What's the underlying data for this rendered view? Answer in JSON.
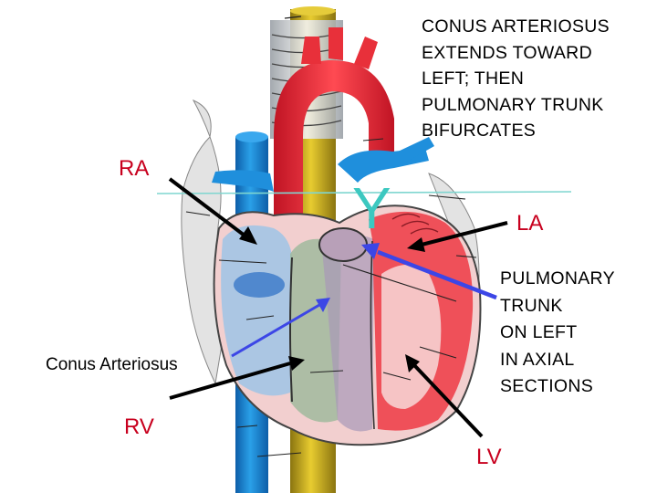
{
  "labels": {
    "title_lines": [
      "CONUS ARTERIOSUS",
      "EXTENDS TOWARD",
      "LEFT; THEN",
      "PULMONARY TRUNK",
      "BIFURCATES"
    ],
    "ra": "RA",
    "la": "LA",
    "rv": "RV",
    "lv": "LV",
    "y_marker": "Y",
    "conus_arteriosus": "Conus Arteriosus",
    "pulmonary_lines": [
      "PULMONARY",
      "TRUNK",
      "ON LEFT",
      "IN AXIAL",
      "SECTIONS"
    ]
  },
  "colors": {
    "label_red": "#c8001e",
    "aorta_red": "#f0303c",
    "vessel_blue": "#1e90d8",
    "esophagus_yellow": "#c8aa14",
    "y_marker_teal": "#3cc8c0",
    "pointer_blue": "#3c46e6",
    "pointer_black": "#000000"
  }
}
